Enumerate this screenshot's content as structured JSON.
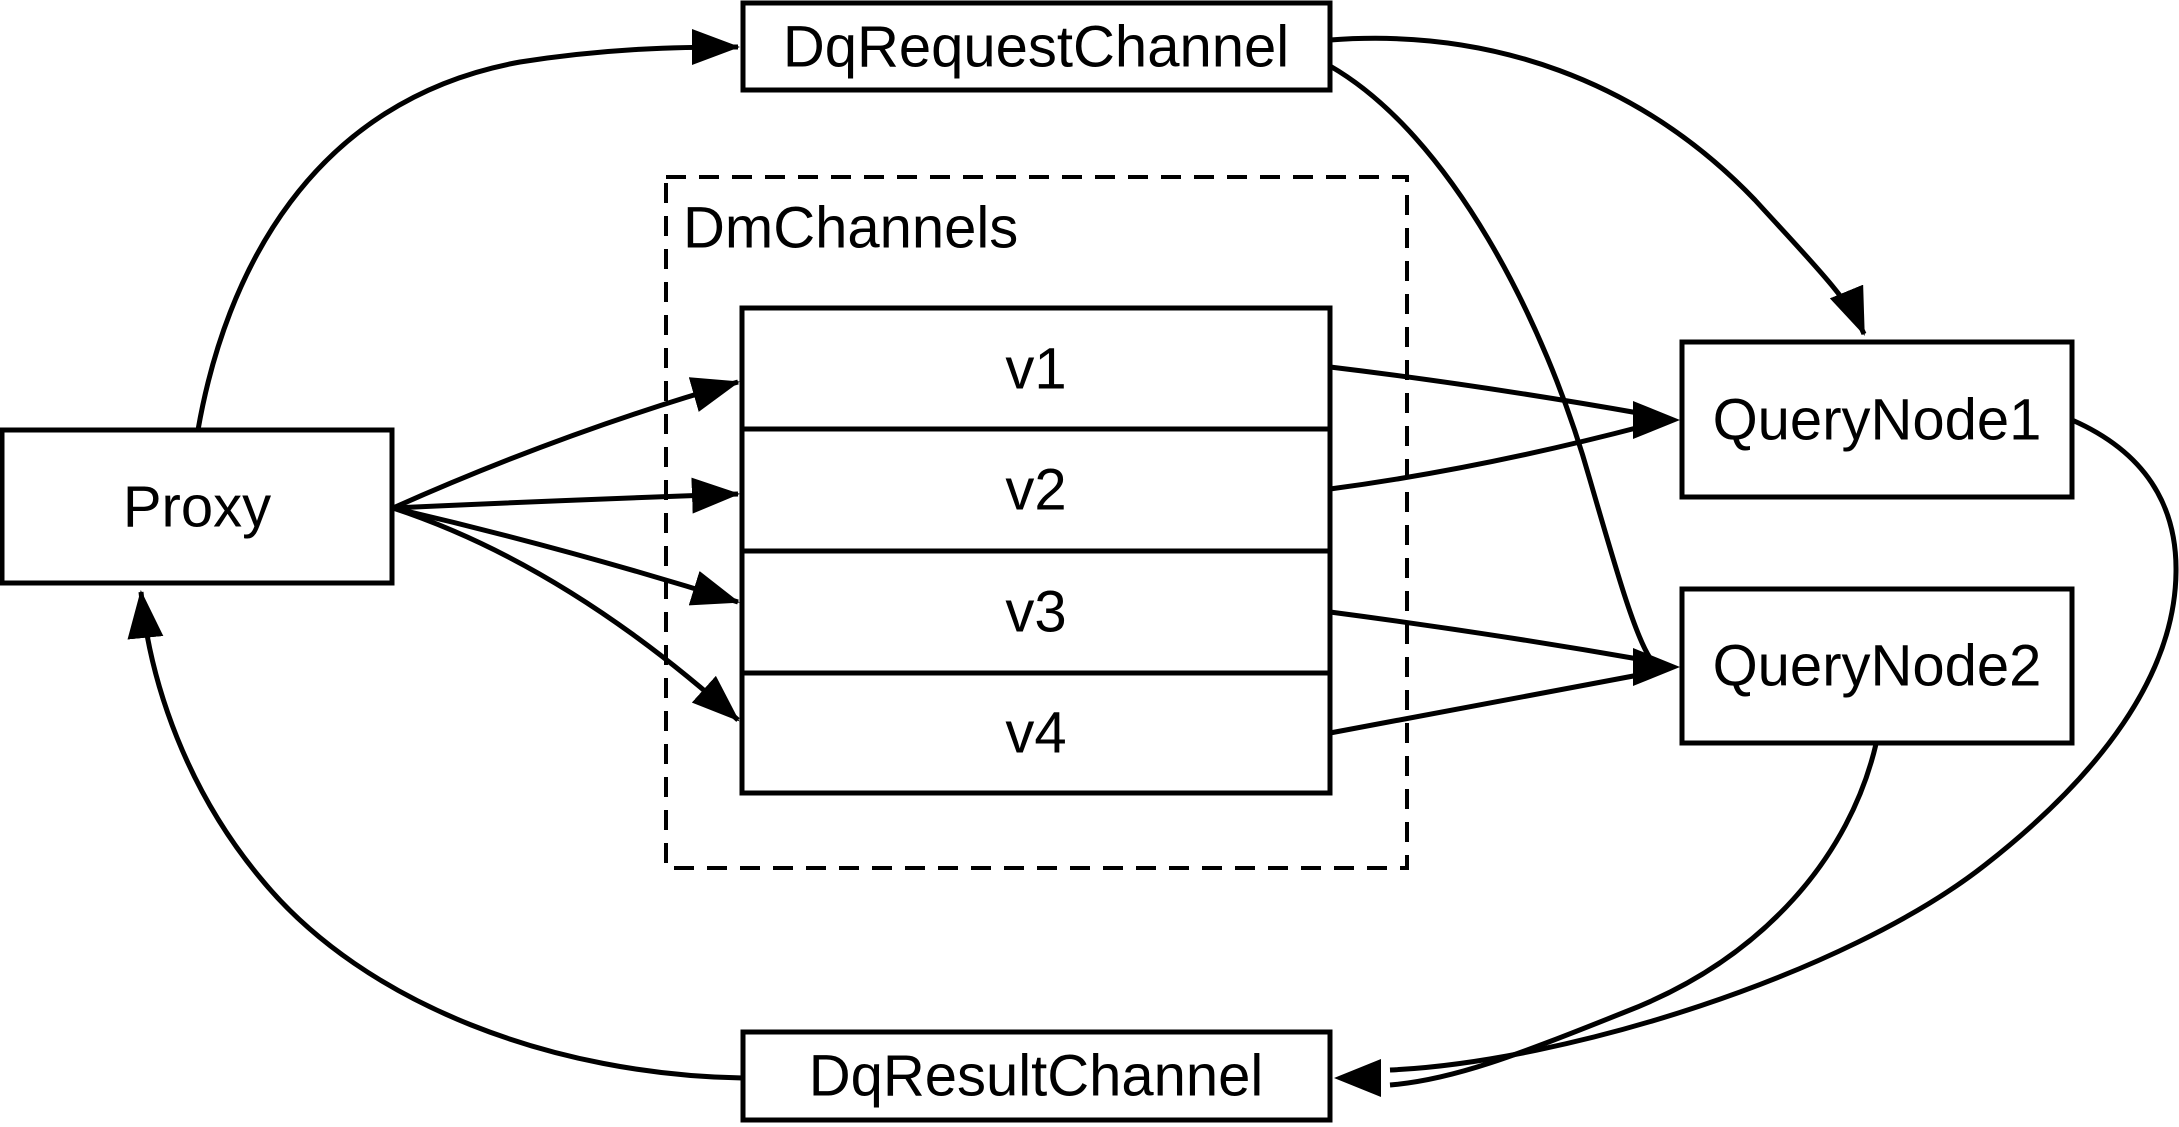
{
  "diagram": {
    "background": "#ffffff",
    "stroke_color": "#000000",
    "nodes": {
      "dq_request_channel": {
        "label": "DqRequestChannel"
      },
      "proxy": {
        "label": "Proxy"
      },
      "dm_channels": {
        "label": "DmChannels",
        "channels": [
          {
            "label": "v1"
          },
          {
            "label": "v2"
          },
          {
            "label": "v3"
          },
          {
            "label": "v4"
          }
        ]
      },
      "query_node_1": {
        "label": "QueryNode1"
      },
      "query_node_2": {
        "label": "QueryNode2"
      },
      "dq_result_channel": {
        "label": "DqResultChannel"
      }
    },
    "edges": [
      {
        "from": "Proxy",
        "to": "DqRequestChannel"
      },
      {
        "from": "DqRequestChannel",
        "to": "QueryNode1"
      },
      {
        "from": "DqRequestChannel",
        "to": "QueryNode2"
      },
      {
        "from": "Proxy",
        "to": "v1"
      },
      {
        "from": "Proxy",
        "to": "v2"
      },
      {
        "from": "Proxy",
        "to": "v3"
      },
      {
        "from": "Proxy",
        "to": "v4"
      },
      {
        "from": "v1",
        "to": "QueryNode1"
      },
      {
        "from": "v2",
        "to": "QueryNode1"
      },
      {
        "from": "v3",
        "to": "QueryNode2"
      },
      {
        "from": "v4",
        "to": "QueryNode2"
      },
      {
        "from": "QueryNode1",
        "to": "DqResultChannel"
      },
      {
        "from": "QueryNode2",
        "to": "DqResultChannel"
      },
      {
        "from": "DqResultChannel",
        "to": "Proxy"
      }
    ]
  }
}
